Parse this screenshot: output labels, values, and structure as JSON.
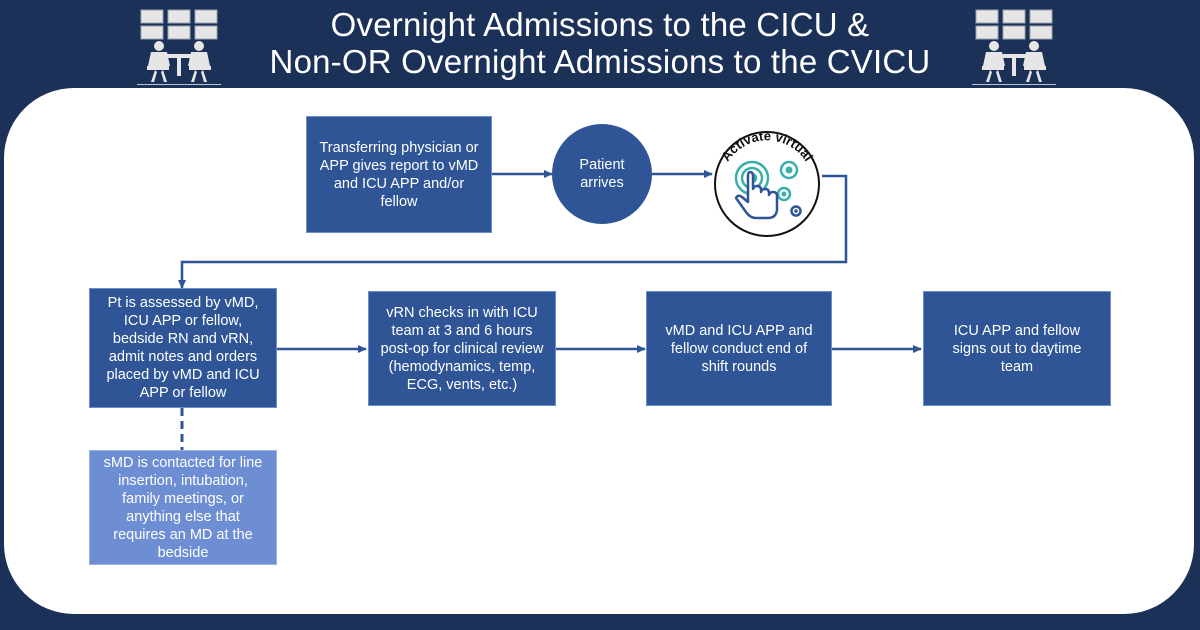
{
  "title": {
    "line1": "Overnight Admissions to the CICU &",
    "line2": "Non-OR Overnight Admissions to the CVICU"
  },
  "icons": {
    "header_left": "control-room-staff-icon",
    "header_right": "control-room-staff-icon",
    "activate": "touch-tap-icon"
  },
  "colors": {
    "background": "#1b3158",
    "panel": "#ffffff",
    "box": "#2f5597",
    "box_light": "#6d8ed3",
    "activate_teal": "#3aaead"
  },
  "flow": {
    "transfer_report": "Transferring physician or APP gives report to vMD and ICU APP and/or fellow",
    "patient_arrives": "Patient arrives",
    "activate_virtual": "Activate virtual",
    "assessment": "Pt is assessed by vMD, ICU APP or fellow, bedside RN and vRN, admit notes and orders placed by vMD and ICU APP or fellow",
    "vrn_checks": "vRN checks in with ICU team at 3 and 6 hours post-op for clinical review (hemodynamics, temp, ECG, vents, etc.)",
    "end_of_shift": "vMD and ICU APP and fellow conduct end of shift rounds",
    "sign_out": "ICU APP and fellow signs out to daytime team",
    "smd_contact": "sMD is contacted for line insertion, intubation, family meetings, or anything else that requires an MD at the bedside"
  }
}
